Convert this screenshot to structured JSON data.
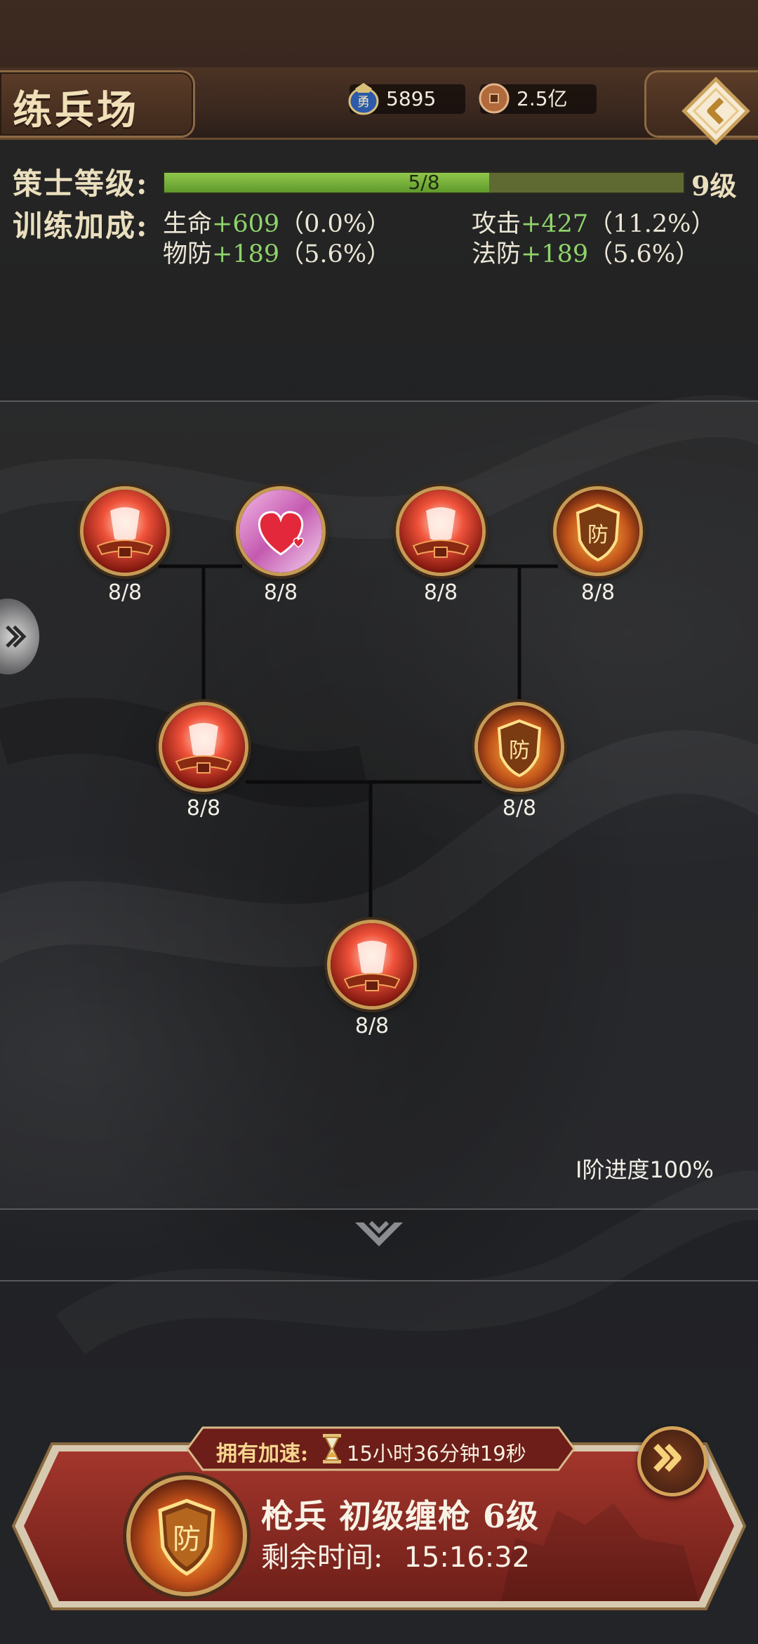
{
  "header": {
    "title": "练兵场",
    "resources": [
      {
        "icon": "medal-token-icon",
        "value": "5895"
      },
      {
        "icon": "copper-coin-icon",
        "value": "2.5亿"
      }
    ]
  },
  "stats": {
    "level_label": "策士等级:",
    "progress_text": "5/8",
    "progress_fraction": 0.625,
    "level_value": "9级",
    "bonus_label": "训练加成:",
    "bonuses": [
      {
        "name": "生命",
        "value": "+609",
        "pct": "（0.0%）"
      },
      {
        "name": "攻击",
        "value": "+427",
        "pct": "（11.2%）"
      },
      {
        "name": "物防",
        "value": "+189",
        "pct": "（5.6%）"
      },
      {
        "name": "法防",
        "value": "+189",
        "pct": "（5.6%）"
      }
    ]
  },
  "tree": {
    "nodes": [
      {
        "type": "attack-lantern-icon",
        "count": "8/8"
      },
      {
        "type": "heart-hp-icon",
        "count": "8/8"
      },
      {
        "type": "attack-lantern-icon",
        "count": "8/8"
      },
      {
        "type": "defense-shield-icon",
        "count": "8/8"
      },
      {
        "type": "attack-lantern-icon",
        "count": "8/8"
      },
      {
        "type": "defense-shield-icon",
        "count": "8/8"
      },
      {
        "type": "attack-lantern-icon",
        "count": "8/8"
      }
    ],
    "progress_label": "I阶进度100%"
  },
  "training": {
    "speed_label": "拥有加速:",
    "speed_value": "15小时36分钟19秒",
    "unit_name": "枪兵 初级缠枪 6级",
    "remaining_label": "剩余时间:",
    "remaining_value": "15:16:32",
    "shield_char": "防"
  },
  "colors": {
    "accent_gold": "#c79a55",
    "bonus_green": "#8fd46b",
    "card_red": "#8e2c24",
    "bar_green": "#7fb844"
  }
}
